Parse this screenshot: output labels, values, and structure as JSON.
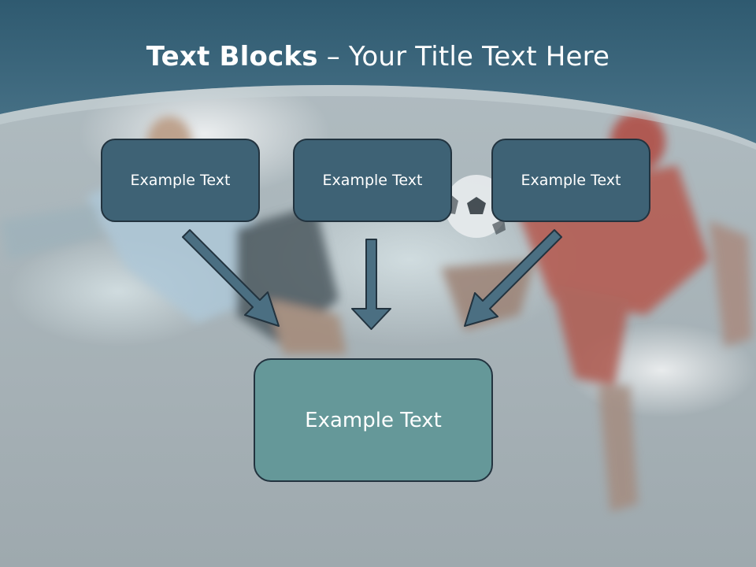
{
  "title": {
    "bold": "Text Blocks",
    "dash": " – ",
    "rest": "Your Title Text Here"
  },
  "blocks": [
    {
      "text": "Example Text"
    },
    {
      "text": "Example Text"
    },
    {
      "text": "Example Text"
    }
  ],
  "main_block": {
    "text": "Example Text"
  },
  "colors": {
    "header": "#3f6a80",
    "block_fill": "#3e6275",
    "main_fill": "#659899",
    "outline": "#22333f",
    "arrow_fill": "#4b6f82"
  },
  "background": "blurred photo of two soccer players jumping for a ball in a lit stadium"
}
